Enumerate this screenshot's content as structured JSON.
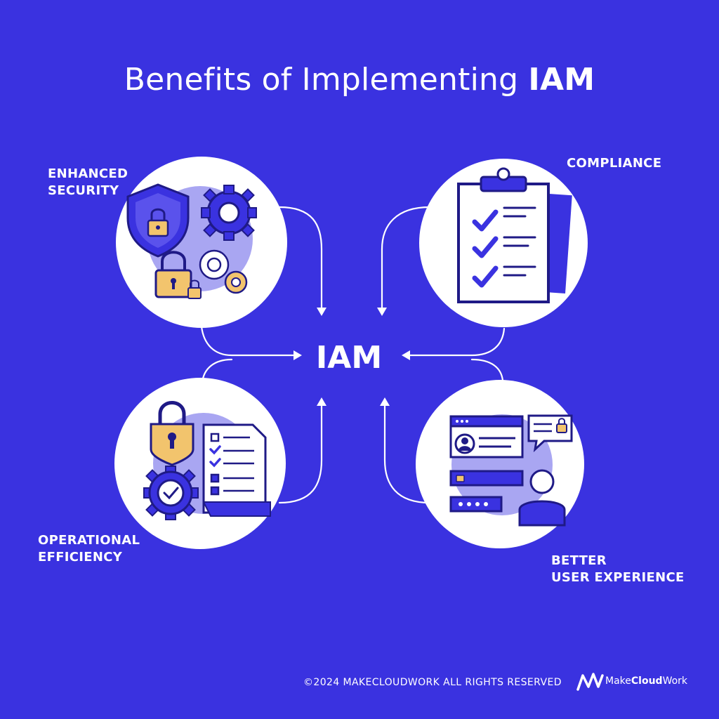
{
  "title": {
    "regular": "Benefits of Implementing ",
    "bold": "IAM"
  },
  "center": "IAM",
  "nodes": {
    "security": {
      "line1": "ENHANCED",
      "line2": "SECURITY"
    },
    "compliance": {
      "line1": "COMPLIANCE"
    },
    "efficiency": {
      "line1": "OPERATIONAL",
      "line2": "EFFICIENCY"
    },
    "ux": {
      "line1": "BETTER",
      "line2": "USER EXPERIENCE"
    }
  },
  "footer": {
    "copyright": "©2024 MAKECLOUDWORK ALL RIGHTS RESERVED",
    "brand_regular": "Make",
    "brand_bold": "Cloud",
    "brand_end": "Work"
  },
  "colors": {
    "background": "#3a32e0",
    "circle": "#ffffff",
    "accent": "#3a32e0",
    "lavender": "#8c88ee",
    "gold": "#f2c46d",
    "navy": "#1f1a86"
  },
  "icons": [
    "shield-lock-icon",
    "gear-icon",
    "padlock-icon",
    "clipboard-checklist-icon",
    "document-checklist-icon",
    "gear-check-icon",
    "user-profile-icon",
    "chat-bubble-icon",
    "password-field-icon"
  ]
}
